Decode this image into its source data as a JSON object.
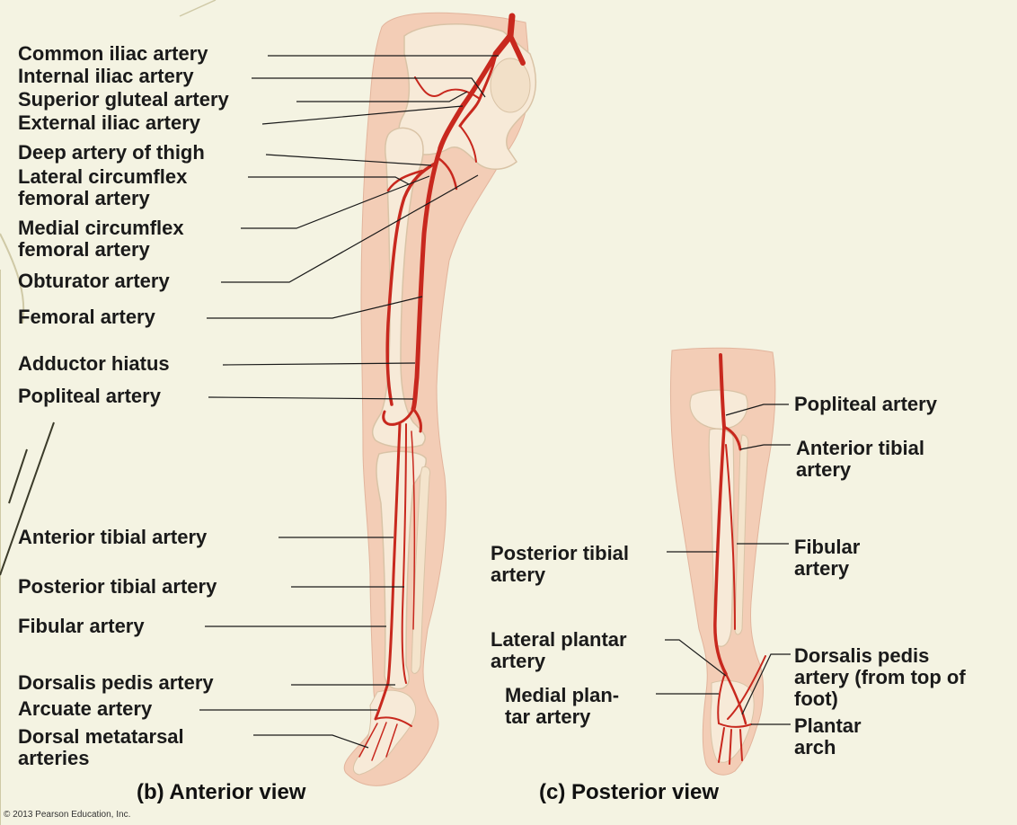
{
  "labels": {
    "common_iliac": "Common iliac artery",
    "internal_iliac": "Internal iliac artery",
    "superior_gluteal": "Superior gluteal artery",
    "external_iliac": "External iliac artery",
    "deep_thigh": "Deep artery of thigh",
    "lateral_circumflex": "Lateral circumflex\nfemoral artery",
    "medial_circumflex": "Medial circumflex\nfemoral artery",
    "obturator": "Obturator artery",
    "femoral": "Femoral artery",
    "adductor_hiatus": "Adductor hiatus",
    "popliteal_b": "Popliteal artery",
    "anterior_tibial_b": "Anterior tibial artery",
    "posterior_tibial_b": "Posterior tibial artery",
    "fibular_b": "Fibular artery",
    "dorsalis_pedis_b": "Dorsalis pedis artery",
    "arcuate": "Arcuate artery",
    "dorsal_metatarsal": "Dorsal metatarsal\narteries",
    "popliteal_c": "Popliteal artery",
    "anterior_tibial_c": "Anterior tibial\nartery",
    "posterior_tibial_c": "Posterior tibial\nartery",
    "fibular_c": "Fibular\nartery",
    "lateral_plantar": "Lateral plantar\nartery",
    "medial_plantar": "Medial plan-\ntar artery",
    "dorsalis_pedis_c": "Dorsalis pedis\nartery (from top of\nfoot)",
    "plantar_arch": "Plantar\narch"
  },
  "captions": {
    "anterior": "(b) Anterior view",
    "posterior": "(c) Posterior view"
  },
  "copyright": "© 2013 Pearson Education, Inc.",
  "colors": {
    "background": "#f4f3e2",
    "skin": "#f3cdb6",
    "bone": "#f7ead8",
    "artery": "#c8281e",
    "leader": "#1a1a1a"
  }
}
